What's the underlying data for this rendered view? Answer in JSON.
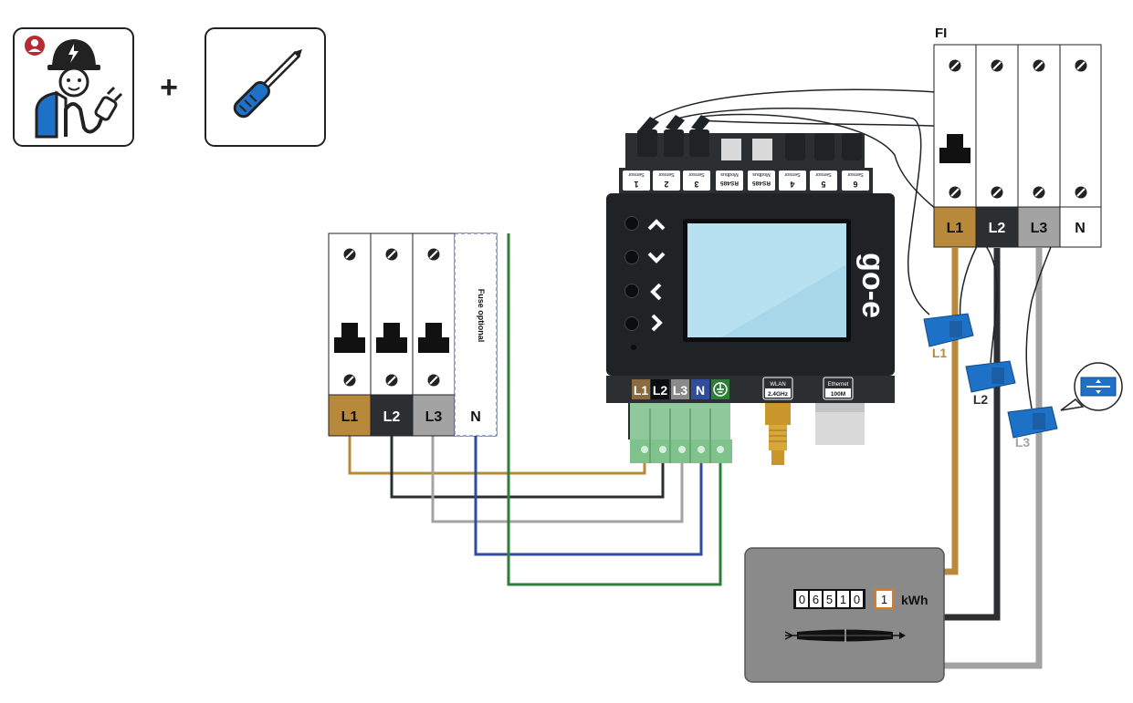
{
  "fi_label": "FI",
  "colors": {
    "l1": "#b8893a",
    "l2": "#2b2f31",
    "l3": "#a3a3a3",
    "n": "#2f4d9c",
    "pe": "#2e7d3a",
    "clamp": "#1d72c8",
    "device": "#1f2326",
    "screen": "#a9d7ea",
    "terminal": "#7fc28b",
    "meter": "#8a8a8a"
  },
  "left_breaker": {
    "phases": [
      "L1",
      "L2",
      "L3"
    ],
    "neutral": "N",
    "fuse_note": "Fuse optional"
  },
  "fi_breaker": {
    "phases": [
      "L1",
      "L2",
      "L3"
    ],
    "neutral": "N"
  },
  "device": {
    "logo": "go-e",
    "sensor_ports": [
      {
        "num": "1",
        "label": "Sensor"
      },
      {
        "num": "2",
        "label": "Sensor"
      },
      {
        "num": "3",
        "label": "Sensor"
      },
      {
        "num": "RS485",
        "label": "Modbus"
      },
      {
        "num": "RS485",
        "label": "Modbus"
      },
      {
        "num": "4",
        "label": "Sensor"
      },
      {
        "num": "5",
        "label": "Sensor"
      },
      {
        "num": "6",
        "label": "Sensor"
      }
    ],
    "terminal_labels": [
      "L1",
      "L2",
      "L3",
      "N"
    ],
    "wlan": {
      "title": "WLAN",
      "value": "2.4GHz"
    },
    "ethernet": {
      "title": "Ethernet",
      "value": "100M"
    }
  },
  "clamps": [
    "L1",
    "L2",
    "L3"
  ],
  "meter": {
    "digits": [
      "0",
      "6",
      "5",
      "1",
      "0"
    ],
    "decimal": "1",
    "unit": "kWh"
  },
  "icons": [
    "electrician-icon",
    "plus-icon",
    "screwdriver-icon"
  ]
}
